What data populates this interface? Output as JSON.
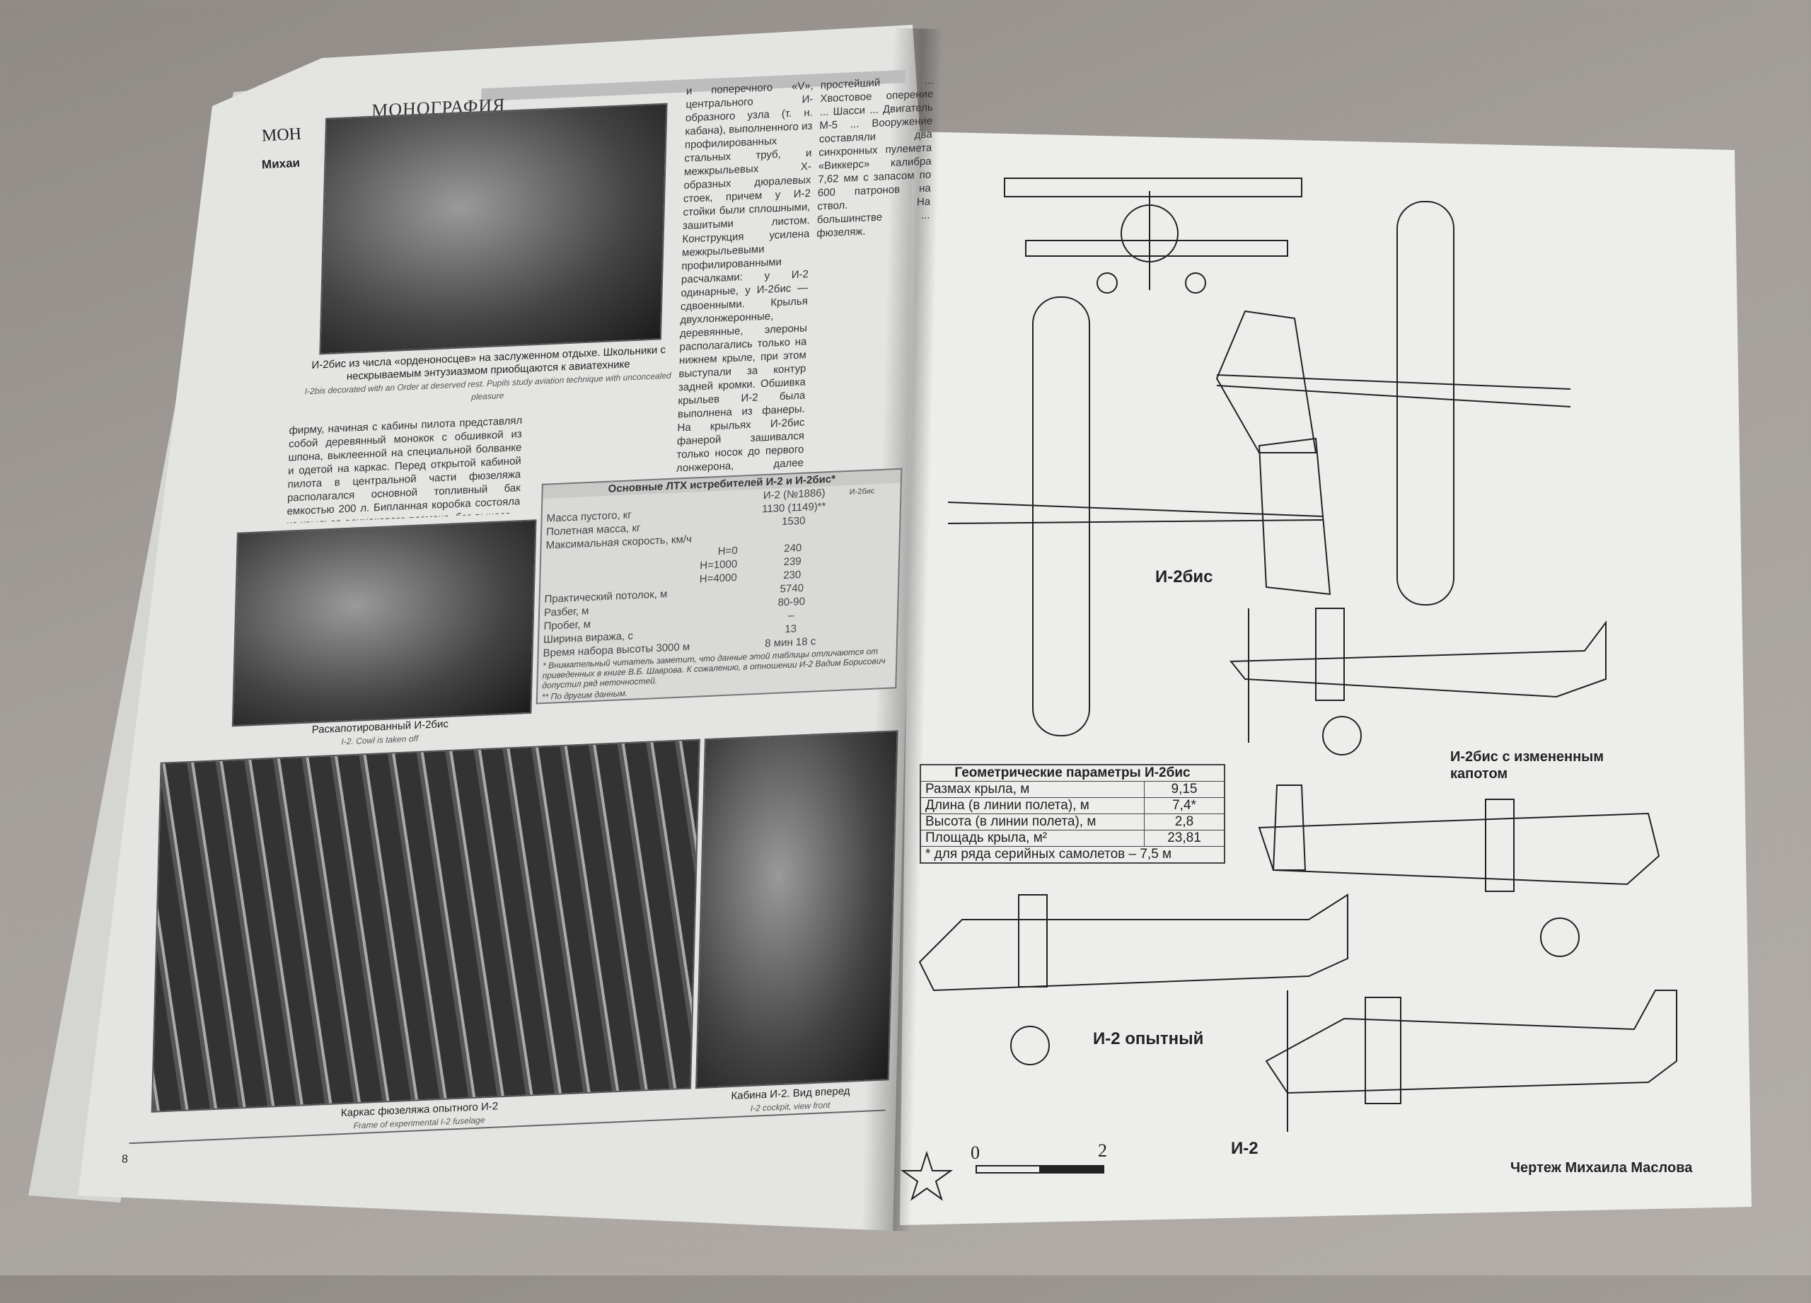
{
  "left_page": {
    "section_header": "МОНОГРАФИЯ",
    "under_header": "МОН",
    "under_author": "Михаи",
    "text_col1": "и поперечного «V», центрального И-образного узла (т. н. кабана), выполненного из профилированных стальных труб, и межкрыльевых Х-образных дюралевых стоек, причем у И-2 стойки были сплошными, зашитыми листом. Конструкция усилена межкрыльевыми профилированными расчалками: у И-2 одинарные, у И-2бис — сдвоенными. Крылья двухлонжеронные, деревянные, элероны располагались только на нижнем крыле, при этом выступали за контур задней кромки. Обшивка крыльев И-2 была выполнена из фанеры. На крыльях И-2бис фанерой зашивался только носок до первого лонжерона, далее использовалось полотно.",
    "text_col2": "простейший ... Хвостовое оперение ... Шасси ... Двигатель М-5 ... Вооружение составляли два синхронных пулемета «Виккерс» калибра 7,62 мм с запасом по 600 патронов на ствол. На большинстве ... фюзеляж.",
    "text_body": "фирму, начиная с кабины пилота представлял собой деревянный монокок с обшивкой из шпона, выклеенной на специальной болванке и одетой на каркас. Перед открытой кабиной пилота в центральной части фюзеляжа располагался основной топливный бак емкостью 200 л. Бипланная коробка состояла из крыльев одинакового размаха, без выноса",
    "photo1_caption": "И-2бис из числа «орденоносцев» на заслуженном отдыхе. Школьники с нескрываемым энтузиазмом приобщаются к авиатехнике",
    "photo1_caption_en": "I-2bis decorated with an Order at deserved rest. Pupils study aviation technique with unconcealed pleasure",
    "photo2_caption": "Раскапотированный И-2бис",
    "photo2_caption_en": "I-2. Cowl is taken off",
    "photo3_caption": "Каркас фюзеляжа опытного И-2",
    "photo3_caption_en": "Frame of experimental I-2 fuselage",
    "photo4_caption": "Кабина И-2. Вид вперед",
    "photo4_caption_en": "I-2 cockpit, view front",
    "page_number": "8",
    "ltx_table": {
      "title": "Основные ЛТХ истребителей И-2 и И-2бис*",
      "col_header": "И-2 (№1886)",
      "col_header2": "И-2бис",
      "rows": [
        {
          "label": "Масса пустого, кг",
          "value": "1130 (1149)**"
        },
        {
          "label": "Полетная масса, кг",
          "value": "1530"
        },
        {
          "label": "Максимальная скорость, км/ч",
          "value": ""
        },
        {
          "label": "H=0",
          "value": "240"
        },
        {
          "label": "H=1000",
          "value": "239"
        },
        {
          "label": "H=4000",
          "value": "230"
        },
        {
          "label": "Практический потолок, м",
          "value": "5740"
        },
        {
          "label": "Разбег, м",
          "value": "80-90"
        },
        {
          "label": "Пробег, м",
          "value": "–"
        },
        {
          "label": "Ширина виража, с",
          "value": "13"
        },
        {
          "label": "Время набора высоты 3000 м",
          "value": "8 мин 18 с"
        }
      ],
      "footnote1": "* Внимательный читатель заметит, что данные этой таблицы отличаются от приведенных в книге В.Б. Шаврова. К сожалению, в отношении И-2 Вадим Борисович допустил ряд неточностей.",
      "footnote2": "** По другим данным."
    }
  },
  "right_page": {
    "geo_table": {
      "title": "Геометрические параметры И-2бис",
      "rows": [
        {
          "label": "Размах крыла, м",
          "value": "9,15"
        },
        {
          "label": "Длина (в линии полета), м",
          "value": "7,4*"
        },
        {
          "label": "Высота (в линии полета), м",
          "value": "2,8"
        },
        {
          "label": "Площадь крыла, м²",
          "value": "23,81"
        }
      ],
      "footnote": "* для ряда серийных самолетов – 7,5 м"
    },
    "label_i2bis": "И-2бис",
    "label_i2bis_cowl": "И-2бис с измененным капотом",
    "label_i2_proto": "И-2 опытный",
    "label_i2": "И-2",
    "credit": "Чертеж Михаила Маслова",
    "scale_start": "0",
    "scale_end": "2"
  }
}
